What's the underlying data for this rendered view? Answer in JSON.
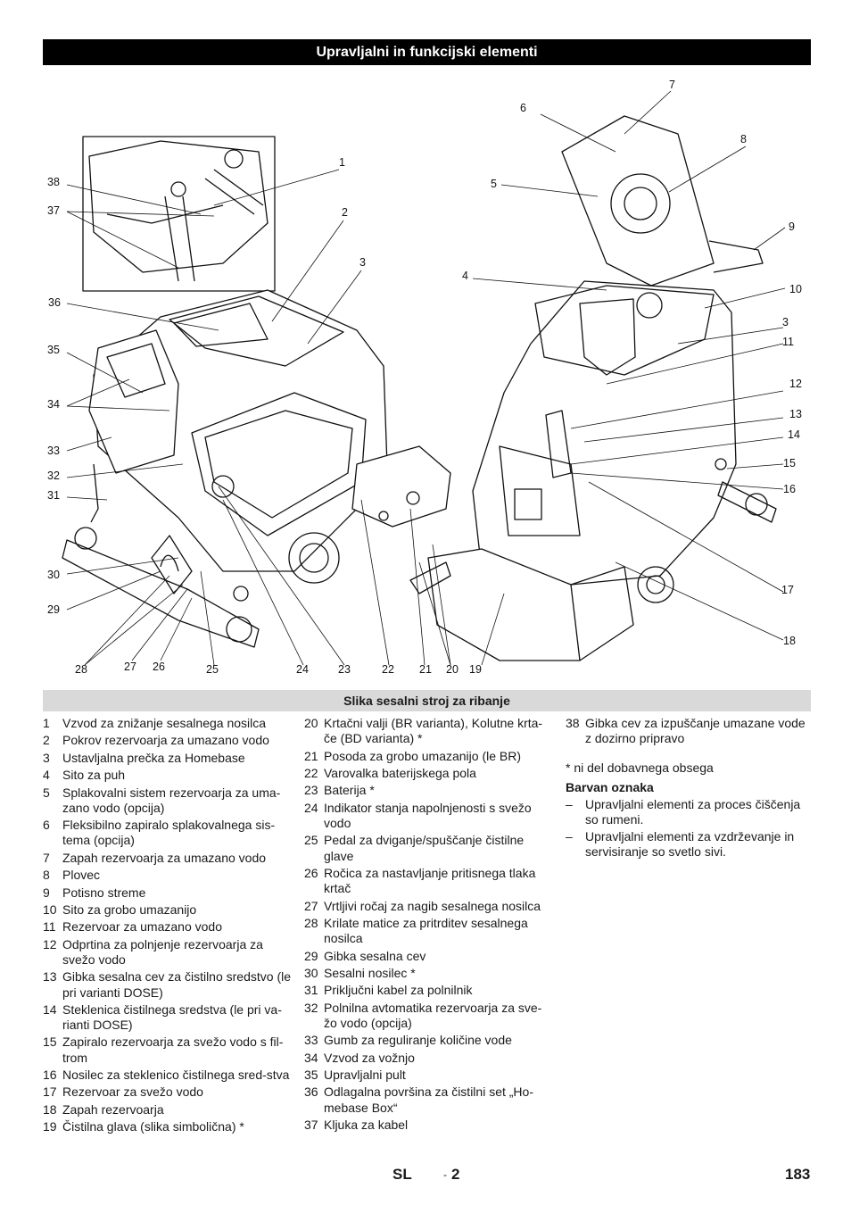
{
  "header": {
    "title": "Upravljalni in funkcijski elementi"
  },
  "figure": {
    "caption": "Slika sesalni stroj za ribanje",
    "callouts": [
      "1",
      "2",
      "3",
      "4",
      "5",
      "6",
      "7",
      "8",
      "9",
      "10",
      "3",
      "11",
      "12",
      "13",
      "14",
      "15",
      "16",
      "17",
      "18",
      "19",
      "20",
      "21",
      "22",
      "23",
      "24",
      "25",
      "26",
      "27",
      "28",
      "29",
      "30",
      "31",
      "32",
      "33",
      "34",
      "35",
      "36",
      "37",
      "38"
    ]
  },
  "legend": {
    "col1": [
      {
        "n": "1",
        "t": "Vzvod za znižanje sesalnega nosilca"
      },
      {
        "n": "2",
        "t": "Pokrov rezervoarja za umazano vodo"
      },
      {
        "n": "3",
        "t": "Ustavljalna prečka za Homebase"
      },
      {
        "n": "4",
        "t": "Sito za puh"
      },
      {
        "n": "5",
        "t": "Splakovalni sistem rezervoarja za uma-zano vodo (opcija)"
      },
      {
        "n": "6",
        "t": "Fleksibilno zapiralo splakovalnega sis-tema (opcija)"
      },
      {
        "n": "7",
        "t": "Zapah rezervoarja za umazano vodo"
      },
      {
        "n": "8",
        "t": "Plovec"
      },
      {
        "n": "9",
        "t": "Potisno streme"
      },
      {
        "n": "10",
        "t": "Sito za grobo umazanijo"
      },
      {
        "n": "11",
        "t": "Rezervoar za umazano vodo"
      },
      {
        "n": "12",
        "t": "Odprtina za polnjenje rezervoarja za svežo vodo"
      },
      {
        "n": "13",
        "t": "Gibka sesalna cev za čistilno sredstvo (le pri varianti DOSE)"
      },
      {
        "n": "14",
        "t": "Steklenica čistilnega sredstva (le pri va-rianti DOSE)"
      },
      {
        "n": "15",
        "t": "Zapiralo rezervoarja za svežo vodo s fil-trom"
      },
      {
        "n": "16",
        "t": "Nosilec za steklenico čistilnega sred-stva"
      },
      {
        "n": "17",
        "t": "Rezervoar za svežo vodo"
      },
      {
        "n": "18",
        "t": "Zapah rezervoarja"
      },
      {
        "n": "19",
        "t": "Čistilna glava (slika simbolična) *"
      }
    ],
    "col2": [
      {
        "n": "20",
        "t": "Krtačni valji (BR varianta), Kolutne krta-če (BD varianta) *"
      },
      {
        "n": "21",
        "t": "Posoda za grobo umazanijo (le BR)"
      },
      {
        "n": "22",
        "t": "Varovalka baterijskega pola"
      },
      {
        "n": "23",
        "t": "Baterija *"
      },
      {
        "n": "24",
        "t": "Indikator stanja napolnjenosti s svežo vodo"
      },
      {
        "n": "25",
        "t": "Pedal za dviganje/spuščanje čistilne glave"
      },
      {
        "n": "26",
        "t": "Ročica za nastavljanje pritisnega tlaka krtač"
      },
      {
        "n": "27",
        "t": "Vrtljivi ročaj za nagib sesalnega nosilca"
      },
      {
        "n": "28",
        "t": "Krilate matice za pritrditev sesalnega nosilca"
      },
      {
        "n": "29",
        "t": "Gibka sesalna cev"
      },
      {
        "n": "30",
        "t": "Sesalni nosilec *"
      },
      {
        "n": "31",
        "t": "Priključni kabel za polnilnik"
      },
      {
        "n": "32",
        "t": "Polnilna avtomatika rezervoarja za sve-žo vodo (opcija)"
      },
      {
        "n": "33",
        "t": "Gumb za reguliranje količine vode"
      },
      {
        "n": "34",
        "t": "Vzvod za vožnjo"
      },
      {
        "n": "35",
        "t": "Upravljalni pult"
      },
      {
        "n": "36",
        "t": "Odlagalna površina za čistilni set „Ho-mebase Box“"
      },
      {
        "n": "37",
        "t": "Kljuka za kabel"
      }
    ],
    "col3": [
      {
        "n": "38",
        "t": "Gibka cev za izpuščanje umazane vode z dozirno pripravo"
      }
    ],
    "note": "* ni del dobavnega obsega",
    "color_heading": "Barvan oznaka",
    "color_items": [
      "Upravljalni elementi za proces čiščenja so rumeni.",
      "Upravljalni elementi za vzdrževanje in servisiranje so svetlo sivi."
    ],
    "dash": "–"
  },
  "footer": {
    "lang": "SL",
    "sep": "-",
    "sub": "2",
    "page": "183"
  }
}
